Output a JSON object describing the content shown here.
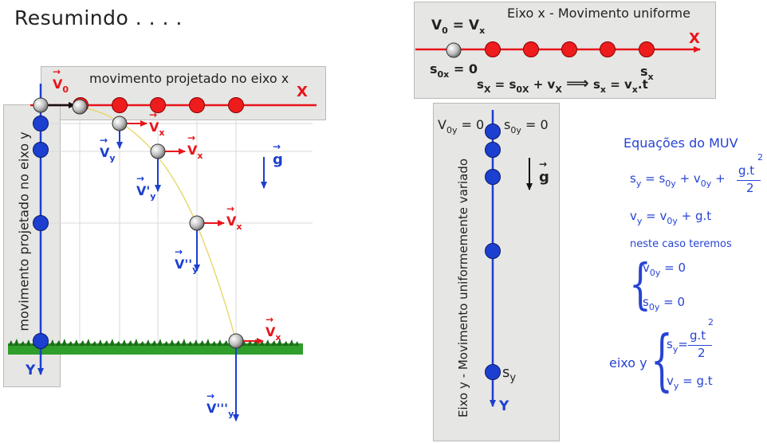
{
  "title": "Resumindo . . . .",
  "left": {
    "x_panel_label": "movimento projetado no eixo x",
    "y_panel_label": "movimento projetado no eixo y",
    "axis_x": "X",
    "axis_y": "Y",
    "g": "g",
    "v0": "V",
    "v0_sub": "0",
    "vx": "V",
    "vx_sub": "x",
    "vy_labels": [
      {
        "main": "V",
        "sub": "y"
      },
      {
        "main": "V'",
        "sub": "y"
      },
      {
        "main": "V''",
        "sub": "y"
      },
      {
        "main": "V'''",
        "sub": "y"
      }
    ]
  },
  "top_right": {
    "title": "Eixo x - Movimento uniforme",
    "v0": "V",
    "v0_sub": "0",
    "eq_sign": " = V",
    "vx_sub": "x",
    "axis": "X",
    "s0": "s",
    "s0_sub": "0x",
    "s0_eq": " = 0",
    "formula_a": "s",
    "formula_a_sub": "X",
    "formula_b": "= s",
    "formula_b_sub": "0X",
    "formula_c": "+ v",
    "formula_c_sub": "X",
    "arrow": "⟹",
    "formula_d": "s",
    "formula_d_sub": "x",
    "formula_e": " = v",
    "formula_e_sub": "x",
    "formula_f": ".t",
    "sx": "s",
    "sx_sub": "x"
  },
  "mid_panel": {
    "vertical_title": "Eixo y - Movimento uniformemente variado",
    "v0y": "V",
    "v0y_sub": "0y",
    "v0y_eq": " = 0",
    "s0y": "s",
    "s0y_sub": "0y",
    "s0y_eq": " = 0",
    "g": "g",
    "sy": "s",
    "sy_sub": "y",
    "axis": "Y"
  },
  "equations": {
    "heading": "Equações do MUV",
    "eq1_a": "s",
    "eq1_a_sub": "y",
    "eq1_b": "= s",
    "eq1_b_sub": "0y",
    "eq1_c": "+ v",
    "eq1_c_sub": "0y",
    "eq1_d": "+",
    "eq1_num": "g.t",
    "eq1_exp": "2",
    "eq1_den": "2",
    "eq2_a": "v",
    "eq2_a_sub": "y",
    "eq2_b": " = v",
    "eq2_b_sub": "0y",
    "eq2_c": " + g.t",
    "note": "neste caso teremos",
    "c1_a": "v",
    "c1_a_sub": "0y",
    "c1_b": " = 0",
    "c2_a": "s",
    "c2_a_sub": "0y",
    "c2_b": " = 0",
    "eixo_y": "eixo y",
    "e1_a": "s",
    "e1_a_sub": "y",
    "e1_b": "=",
    "e1_num": "g.t",
    "e1_exp": "2",
    "e1_den": "2",
    "e2_a": "v",
    "e2_a_sub": "y",
    "e2_b": " = g.t"
  },
  "colors": {
    "panel": "#e6e6e4",
    "red": "#e8141a",
    "blue": "#1c3fd0",
    "equation_blue": "#2743d4",
    "grass": "#2f9e2a",
    "trajectory": "#e6d76a"
  }
}
